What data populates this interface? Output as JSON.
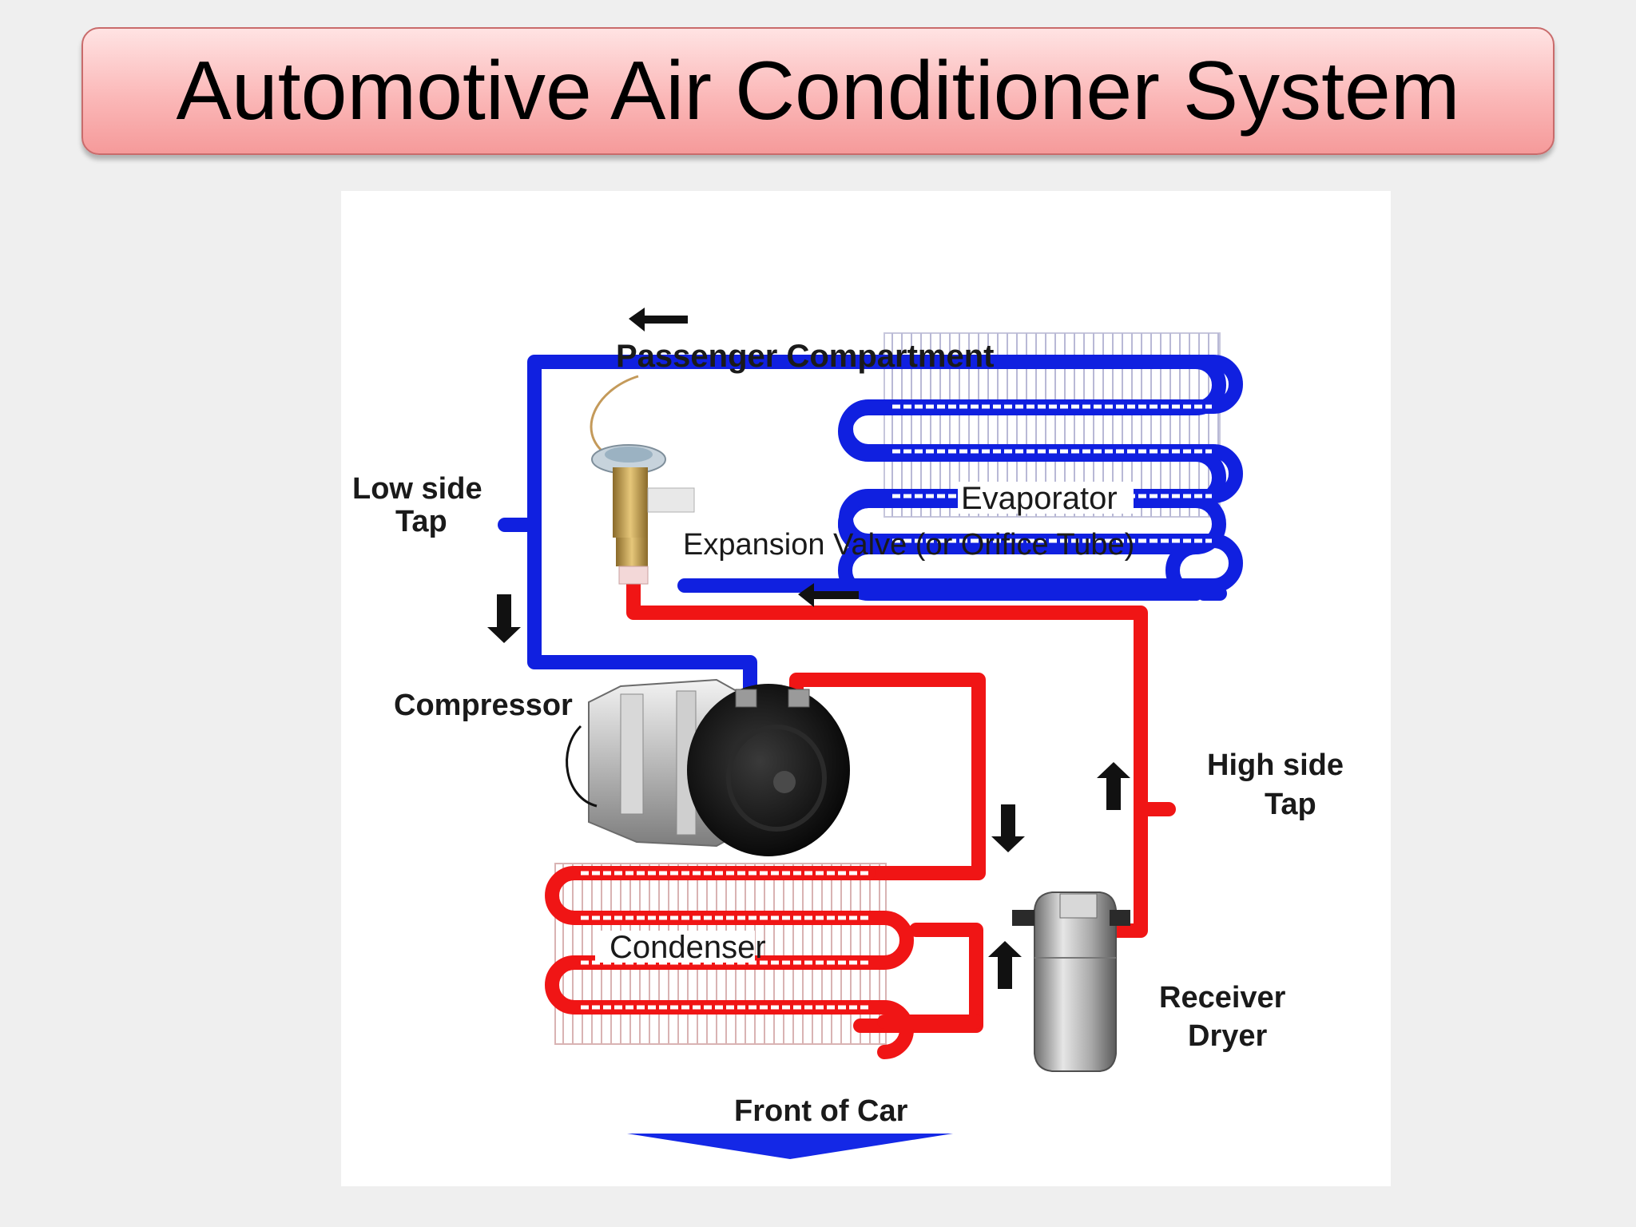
{
  "title": "Automotive Air Conditioner System",
  "diagram": {
    "labels": {
      "passenger_compartment": "Passenger Compartment",
      "evaporator": "Evaporator",
      "low_side_tap_line1": "Low side",
      "low_side_tap_line2": "Tap",
      "expansion_valve": "Expansion Valve (or Orifice Tube)",
      "compressor": "Compressor",
      "high_side_tap_line1": "High side",
      "high_side_tap_line2": "Tap",
      "condenser": "Condenser",
      "receiver_dryer_line1": "Receiver",
      "receiver_dryer_line2": "Dryer",
      "front_of_car": "Front of Car"
    },
    "colors": {
      "low_pressure_line": "#1020e0",
      "high_pressure_line": "#f01515",
      "arrow": "#111111",
      "front_arrow": "#1428e6"
    }
  }
}
